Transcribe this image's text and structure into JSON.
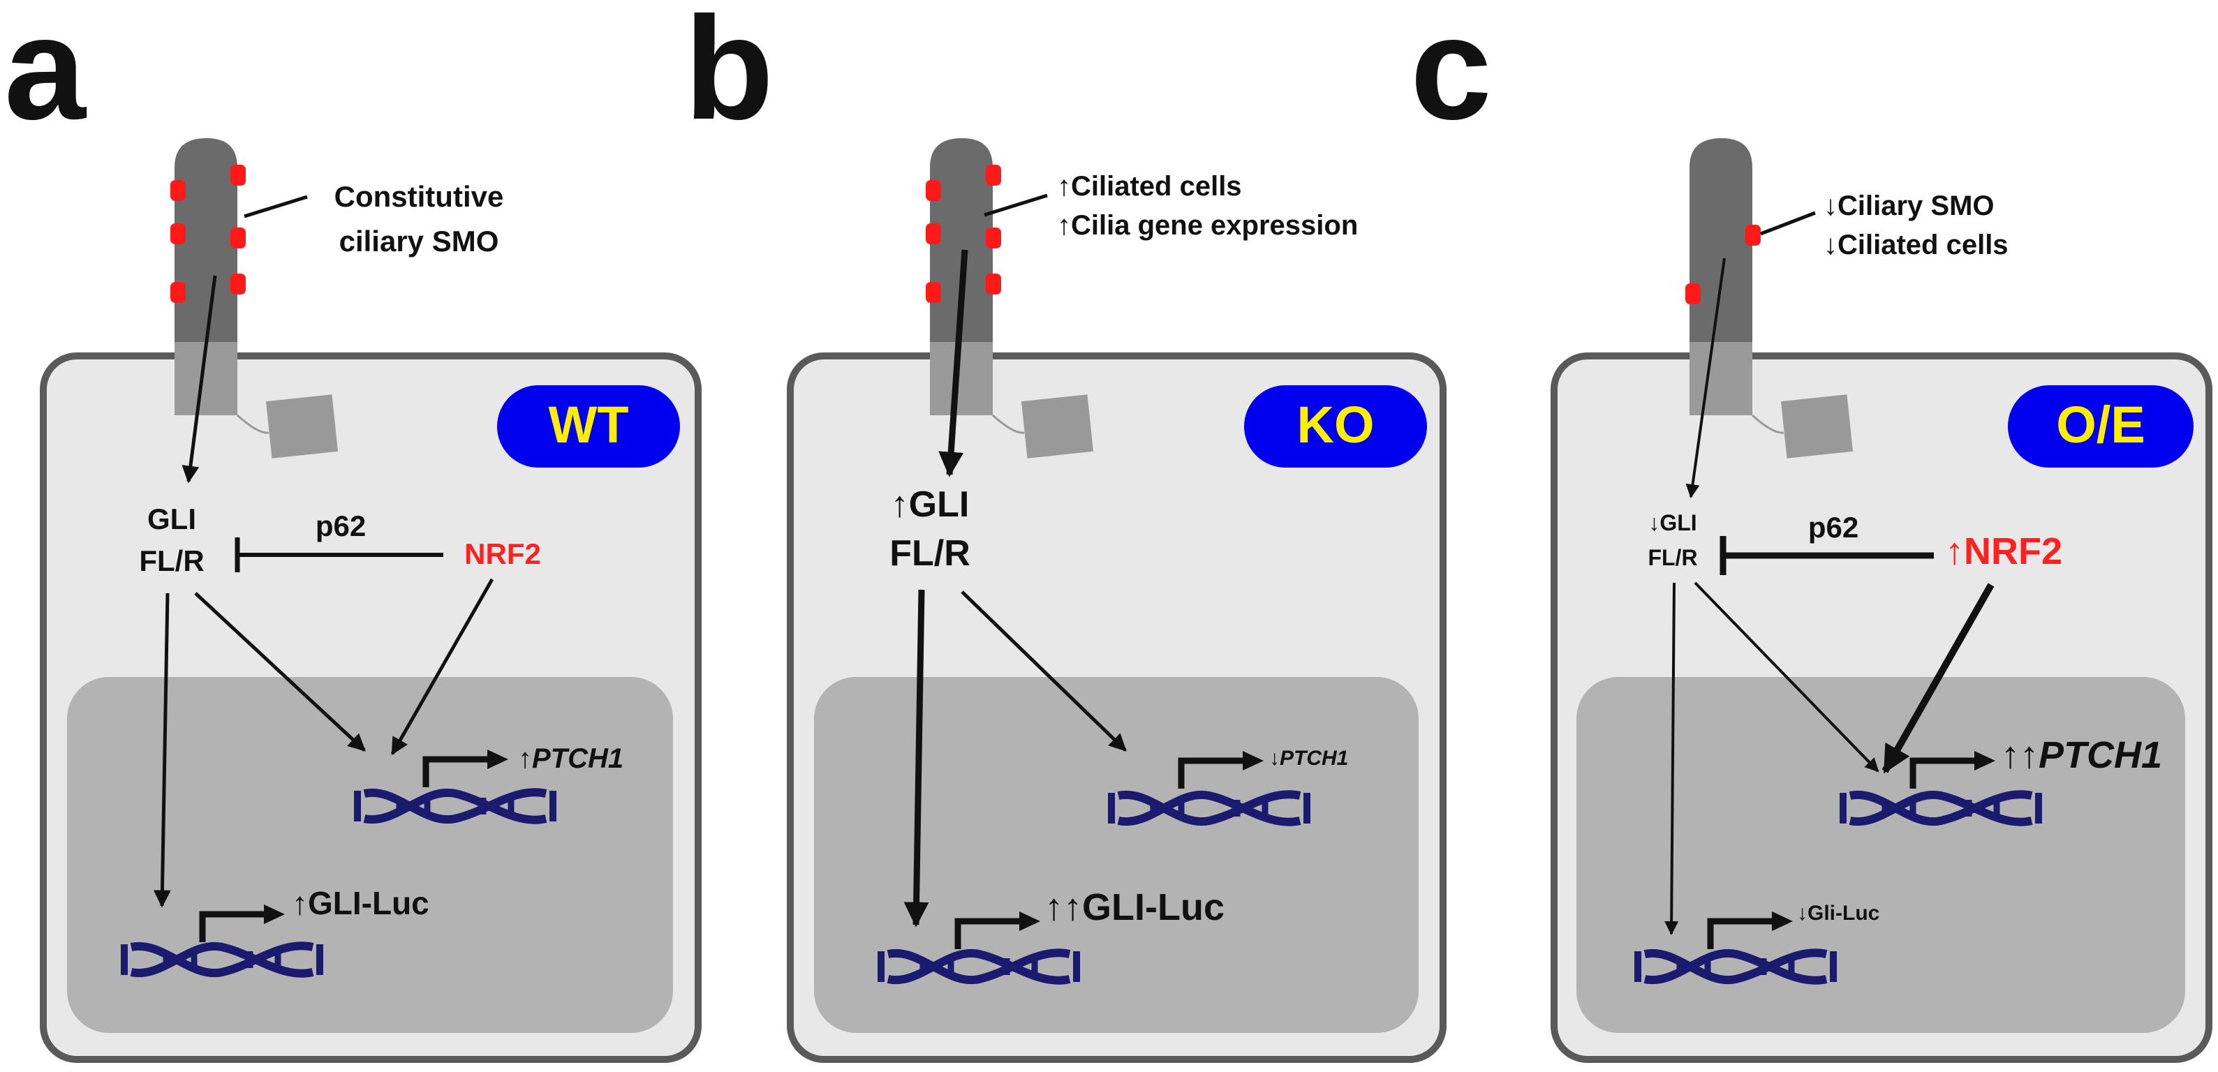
{
  "colors": {
    "cell_fill": "#e8e8e8",
    "cell_stroke": "#5a5a5a",
    "nucleus_fill": "#b3b3b3",
    "cilium_fill": "#6b6b6b",
    "cilium_base_fill": "#9a9a9a",
    "smo_red": "#ff1a1a",
    "badge_blue": "#0000ee",
    "badge_text": "#ffee00",
    "nrf2_red": "#ff2020",
    "dna": "#1a1a6e"
  },
  "panels": {
    "a": {
      "letter": "a",
      "badge": "WT",
      "cilium_note": [
        "Constitutive",
        "ciliary SMO"
      ],
      "gli": [
        "GLI",
        "FL/R"
      ],
      "p62": "p62",
      "nrf2": "NRF2",
      "gene_ptch1_prefix": "↑",
      "gene_ptch1": "PTCH1",
      "gene_gli_luc": "↑GLI-Luc"
    },
    "b": {
      "letter": "b",
      "badge": "KO",
      "cilium_note": [
        "↑Ciliated cells",
        "↑Cilia gene expression"
      ],
      "gli": [
        "↑GLI",
        "FL/R"
      ],
      "gene_ptch1_prefix": "↓",
      "gene_ptch1": "PTCH1",
      "gene_gli_luc": "↑↑GLI-Luc"
    },
    "c": {
      "letter": "c",
      "badge": "O/E",
      "cilium_note": [
        "↓Ciliary SMO",
        "↓Ciliated cells"
      ],
      "gli": [
        "↓GLI",
        "FL/R"
      ],
      "p62": "p62",
      "nrf2": "↑NRF2",
      "gene_ptch1_prefix": "↑↑",
      "gene_ptch1": "PTCH1",
      "gene_gli_luc": "↓Gli-Luc"
    }
  }
}
